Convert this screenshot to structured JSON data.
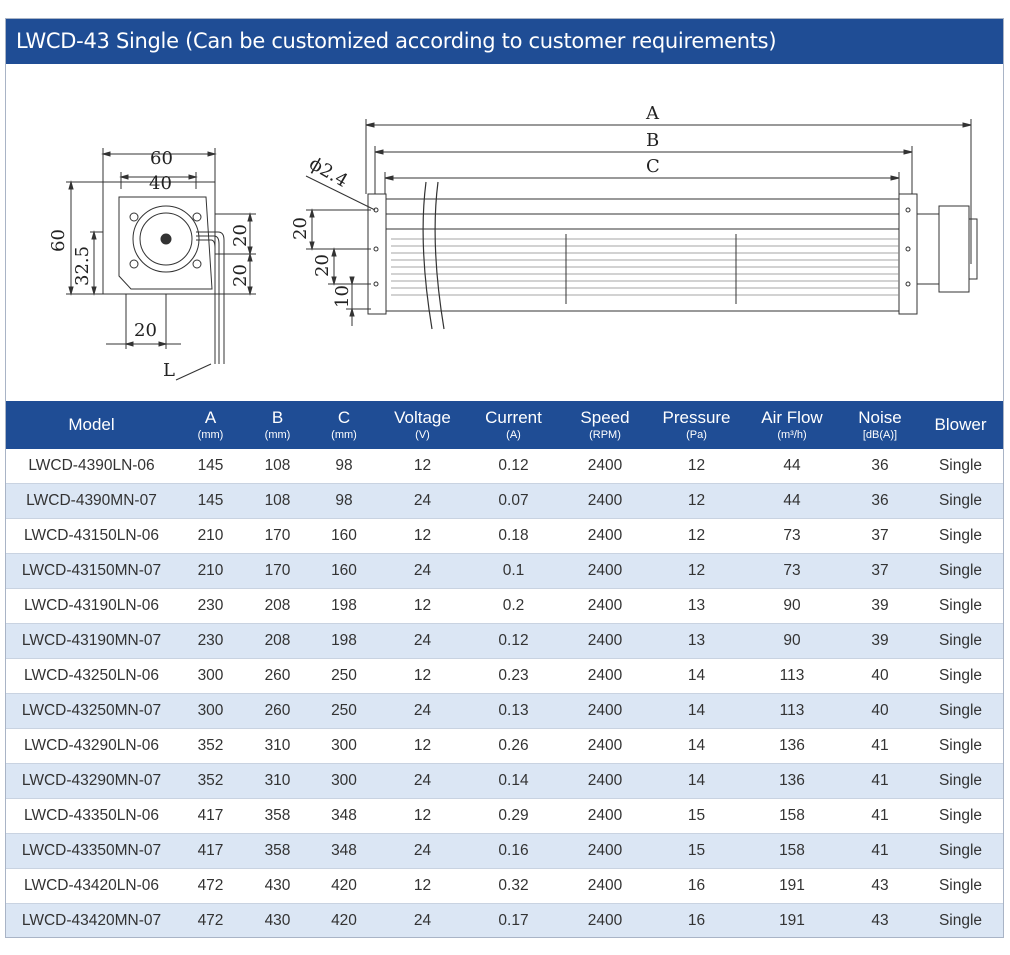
{
  "title": "LWCD-43 Single  (Can be customized according to customer requirements)",
  "drawing": {
    "side_view": {
      "width_outer": "60",
      "width_inner": "40",
      "height": "60",
      "offset": "32.5",
      "bottom": "20",
      "right_top": "20",
      "right_bottom": "20",
      "lead": "L"
    },
    "front_view": {
      "label_a": "A",
      "label_b": "B",
      "label_c": "C",
      "hole": "ϕ2.4",
      "dim_20_top": "20",
      "dim_20_mid": "20",
      "dim_10": "10"
    }
  },
  "table": {
    "columns": [
      {
        "name": "Model",
        "unit": ""
      },
      {
        "name": "A",
        "unit": "(mm)"
      },
      {
        "name": "B",
        "unit": "(mm)"
      },
      {
        "name": "C",
        "unit": "(mm)"
      },
      {
        "name": "Voltage",
        "unit": "(V)"
      },
      {
        "name": "Current",
        "unit": "(A)"
      },
      {
        "name": "Speed",
        "unit": "(RPM)"
      },
      {
        "name": "Pressure",
        "unit": "(Pa)"
      },
      {
        "name": "Air Flow",
        "unit": "(m³/h)"
      },
      {
        "name": "Noise",
        "unit": "[dB(A)]"
      },
      {
        "name": "Blower",
        "unit": ""
      }
    ],
    "rows": [
      [
        "LWCD-4390LN-06",
        "145",
        "108",
        "98",
        "12",
        "0.12",
        "2400",
        "12",
        "44",
        "36",
        "Single"
      ],
      [
        "LWCD-4390MN-07",
        "145",
        "108",
        "98",
        "24",
        "0.07",
        "2400",
        "12",
        "44",
        "36",
        "Single"
      ],
      [
        "LWCD-43150LN-06",
        "210",
        "170",
        "160",
        "12",
        "0.18",
        "2400",
        "12",
        "73",
        "37",
        "Single"
      ],
      [
        "LWCD-43150MN-07",
        "210",
        "170",
        "160",
        "24",
        "0.1",
        "2400",
        "12",
        "73",
        "37",
        "Single"
      ],
      [
        "LWCD-43190LN-06",
        "230",
        "208",
        "198",
        "12",
        "0.2",
        "2400",
        "13",
        "90",
        "39",
        "Single"
      ],
      [
        "LWCD-43190MN-07",
        "230",
        "208",
        "198",
        "24",
        "0.12",
        "2400",
        "13",
        "90",
        "39",
        "Single"
      ],
      [
        "LWCD-43250LN-06",
        "300",
        "260",
        "250",
        "12",
        "0.23",
        "2400",
        "14",
        "113",
        "40",
        "Single"
      ],
      [
        "LWCD-43250MN-07",
        "300",
        "260",
        "250",
        "24",
        "0.13",
        "2400",
        "14",
        "113",
        "40",
        "Single"
      ],
      [
        "LWCD-43290LN-06",
        "352",
        "310",
        "300",
        "12",
        "0.26",
        "2400",
        "14",
        "136",
        "41",
        "Single"
      ],
      [
        "LWCD-43290MN-07",
        "352",
        "310",
        "300",
        "24",
        "0.14",
        "2400",
        "14",
        "136",
        "41",
        "Single"
      ],
      [
        "LWCD-43350LN-06",
        "417",
        "358",
        "348",
        "12",
        "0.29",
        "2400",
        "15",
        "158",
        "41",
        "Single"
      ],
      [
        "LWCD-43350MN-07",
        "417",
        "358",
        "348",
        "24",
        "0.16",
        "2400",
        "15",
        "158",
        "41",
        "Single"
      ],
      [
        "LWCD-43420LN-06",
        "472",
        "430",
        "420",
        "12",
        "0.32",
        "2400",
        "16",
        "191",
        "43",
        "Single"
      ],
      [
        "LWCD-43420MN-07",
        "472",
        "430",
        "420",
        "24",
        "0.17",
        "2400",
        "16",
        "191",
        "43",
        "Single"
      ]
    ]
  },
  "colors": {
    "header_blue": "#1f4d95",
    "row_alt": "#dbe6f4"
  }
}
